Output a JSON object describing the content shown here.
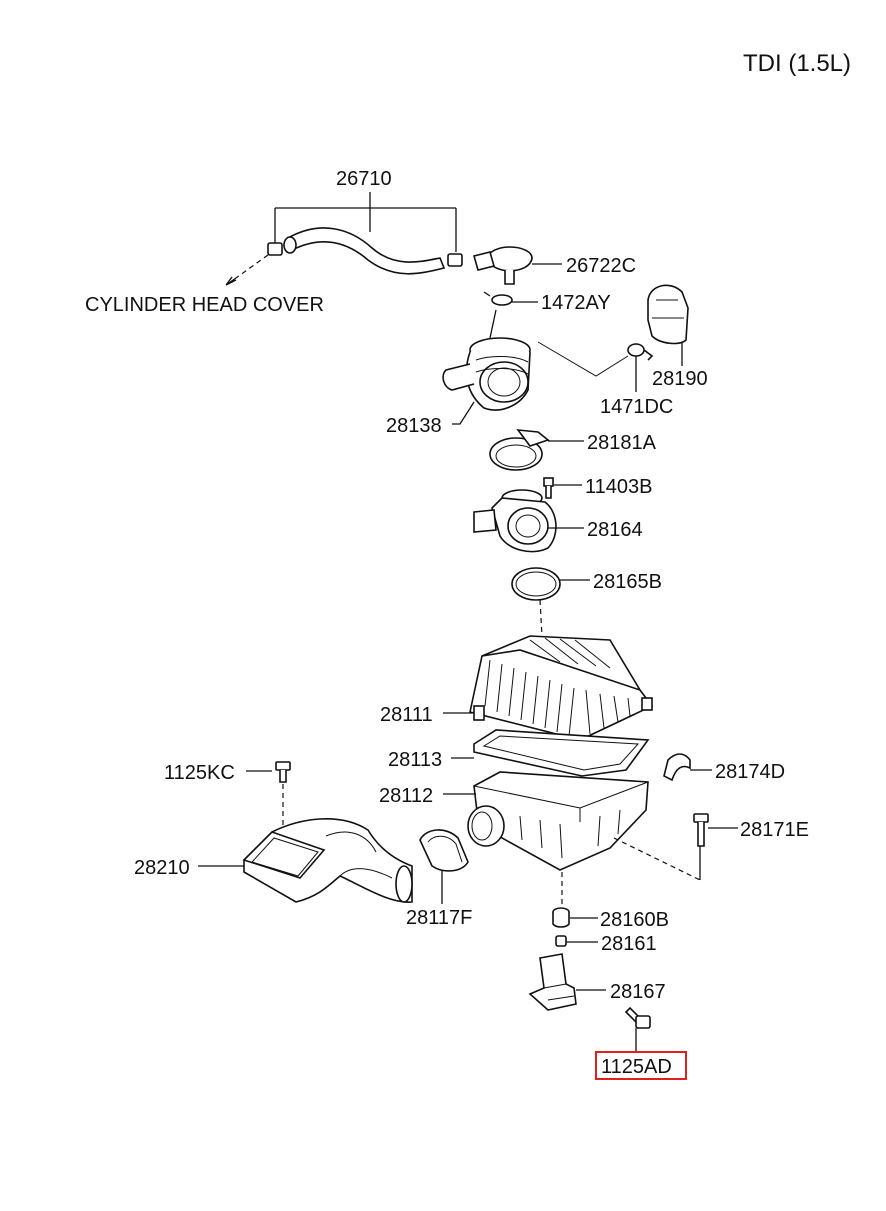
{
  "header": {
    "engine_label": "TDI (1.5L)"
  },
  "labels": {
    "p26710": "26710",
    "cylinder_head_cover": "CYLINDER HEAD COVER",
    "p26722C": "26722C",
    "p1472AY": "1472AY",
    "p28190": "28190",
    "p1471DC": "1471DC",
    "p28138": "28138",
    "p28181A": "28181A",
    "p11403B": "11403B",
    "p28164": "28164",
    "p28165B": "28165B",
    "p28111": "28111",
    "p28113": "28113",
    "p28174D": "28174D",
    "p1125KC": "1125KC",
    "p28112": "28112",
    "p28171E": "28171E",
    "p28210": "28210",
    "p28117F": "28117F",
    "p28160B": "28160B",
    "p28161": "28161",
    "p28167": "28167",
    "p1125AD": "1125AD"
  },
  "highlight": {
    "part": "1125AD",
    "color": "#e0201a"
  }
}
